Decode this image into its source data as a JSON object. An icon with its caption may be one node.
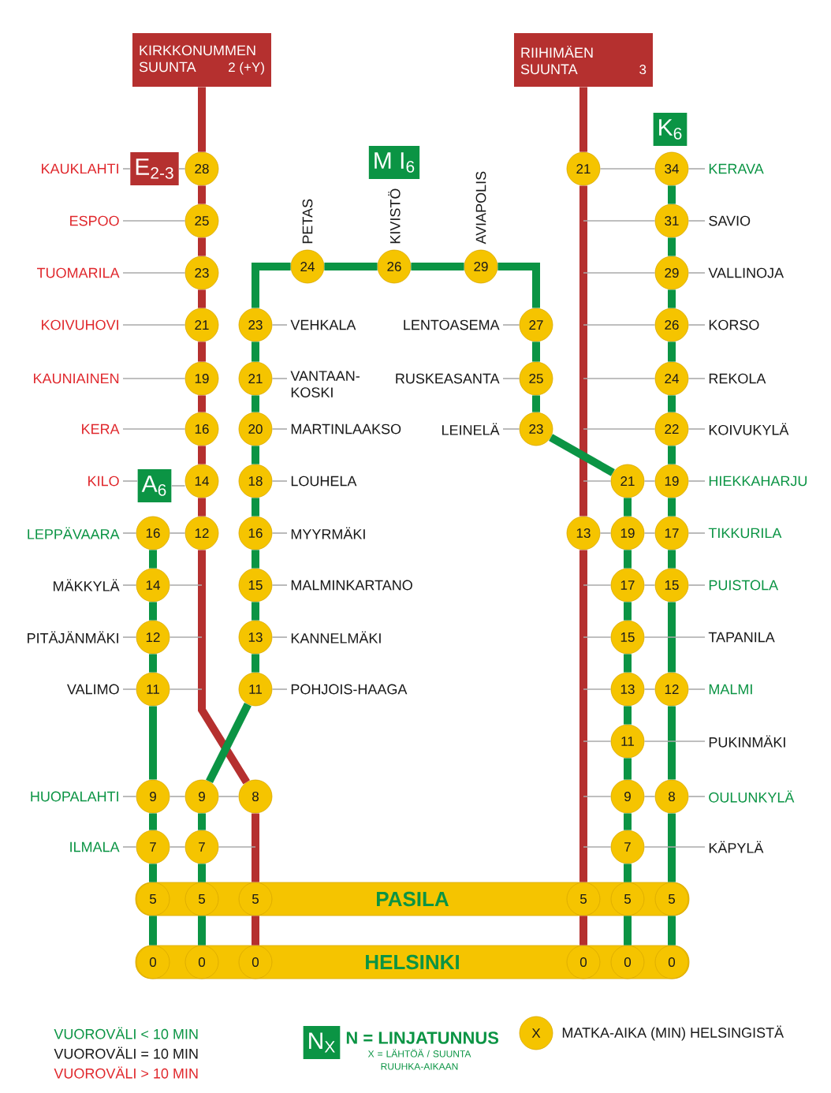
{
  "diagram": {
    "nodes": [
      {
        "text": [
          "KIRKKONUMMEN SUUNTA",
          "2 (+Y)"
        ]
      },
      {
        "text": [
          "RIIHIMÄEN SUUNTA",
          "3"
        ]
      },
      {
        "text": [
          "E$_{2-3}$"
        ]
      },
      {
        "text": [
          "M I$_{6}$"
        ]
      },
      {
        "text": [
          "K$_{6}$"
        ]
      },
      {
        "text": [
          "A$_{6}$"
        ]
      },
      {
        "text": [
          "KAUKLAHTI"
        ]
      },
      {
        "text": [
          "28"
        ]
      },
      {
        "text": [
          "21"
        ]
      },
      {
        "text": [
          "34"
        ]
      },
      {
        "text": [
          "KERAVA"
        ]
      },
      {
        "text": [
          "ESPOO"
        ]
      },
      {
        "text": [
          "25"
        ]
      },
      {
        "text": [
          "31"
        ]
      },
      {
        "text": [
          "SAVIO"
        ]
      },
      {
        "text": [
          "24"
        ],
        "beside": [
          "PETAS"
        ]
      },
      {
        "text": [
          "26"
        ],
        "beside": [
          "KIVISTÖ"
        ]
      },
      {
        "text": [
          "29"
        ],
        "beside": [
          "AVIAPOLIS"
        ]
      },
      {
        "text": [
          "TUOMARILA"
        ]
      },
      {
        "text": [
          "23"
        ]
      },
      {
        "text": [
          "29"
        ]
      },
      {
        "text": [
          "VALLINOJA"
        ]
      },
      {
        "text": [
          "KOIVUHOVI"
        ]
      },
      {
        "text": [
          "21"
        ]
      },
      {
        "text": [
          "23"
        ]
      },
      {
        "text": [
          "VEHKALA"
        ]
      },
      {
        "text": [
          "LENTOASEMA"
        ]
      },
      {
        "text": [
          "27"
        ]
      },
      {
        "text": [
          "26"
        ]
      },
      {
        "text": [
          "KORSO"
        ]
      },
      {
        "text": [
          "KAUNIAINEN"
        ]
      },
      {
        "text": [
          "19"
        ]
      },
      {
        "text": [
          "21"
        ]
      },
      {
        "text": [
          "VANTAAN- KOSKI"
        ]
      },
      {
        "text": [
          "RUSKEASANTA"
        ]
      },
      {
        "text": [
          "25"
        ]
      },
      {
        "text": [
          "24"
        ]
      },
      {
        "text": [
          "REKOLA"
        ]
      },
      {
        "text": [
          "KERA"
        ]
      },
      {
        "text": [
          "16"
        ]
      },
      {
        "text": [
          "20"
        ]
      },
      {
        "text": [
          "MARTINLAAKSO"
        ]
      },
      {
        "text": [
          "LEINELÄ"
        ]
      },
      {
        "text": [
          "23"
        ]
      },
      {
        "text": [
          "22"
        ]
      },
      {
        "text": [
          "KOIVUKYLÄ"
        ]
      },
      {
        "text": [
          "KILO"
        ]
      },
      {
        "text": [
          "14"
        ]
      },
      {
        "text": [
          "18"
        ]
      },
      {
        "text": [
          "LOUHELA"
        ]
      },
      {
        "text": [
          "21"
        ]
      },
      {
        "text": [
          "19"
        ]
      },
      {
        "text": [
          "HIEKKAHARJU"
        ]
      },
      {
        "text": [
          "LEPPÄVAARA"
        ]
      },
      {
        "text": [
          "16"
        ]
      },
      {
        "text": [
          "12"
        ]
      },
      {
        "text": [
          "16"
        ]
      },
      {
        "text": [
          "MYYRMÄKI"
        ]
      },
      {
        "text": [
          "13"
        ]
      },
      {
        "text": [
          "19"
        ]
      },
      {
        "text": [
          "17"
        ]
      },
      {
        "text": [
          "TIKKURILA"
        ]
      },
      {
        "text": [
          "MÄKKYLÄ"
        ]
      },
      {
        "text": [
          "14"
        ]
      },
      {
        "text": [
          "15"
        ]
      },
      {
        "text": [
          "MALMINKARTANO"
        ]
      },
      {
        "text": [
          "17"
        ]
      },
      {
        "text": [
          "15"
        ]
      },
      {
        "text": [
          "PUISTOLA"
        ]
      },
      {
        "text": [
          "PITÄJÄNMÄKI"
        ]
      },
      {
        "text": [
          "12"
        ]
      },
      {
        "text": [
          "13"
        ]
      },
      {
        "text": [
          "KANNELMÄKI"
        ]
      },
      {
        "text": [
          "15"
        ]
      },
      {
        "text": [
          "TAPANILA"
        ]
      },
      {
        "text": [
          "VALIMO"
        ]
      },
      {
        "text": [
          "11"
        ]
      },
      {
        "text": [
          "11"
        ]
      },
      {
        "text": [
          "POHJOIS-HAAGA"
        ]
      },
      {
        "text": [
          "13"
        ]
      },
      {
        "text": [
          "12"
        ]
      },
      {
        "text": [
          "MALMI"
        ]
      },
      {
        "text": [
          "11"
        ]
      },
      {
        "text": [
          "PUKINMÄKI"
        ]
      },
      {
        "text": [
          "HUOPALAHTI"
        ]
      },
      {
        "text": [
          "9"
        ]
      },
      {
        "text": [
          "9"
        ]
      },
      {
        "text": [
          "8"
        ]
      },
      {
        "text": [
          "9"
        ]
      },
      {
        "text": [
          "8"
        ]
      },
      {
        "text": [
          "OULUNKYLÄ"
        ]
      },
      {
        "text": [
          "ILMALA"
        ]
      },
      {
        "text": [
          "7"
        ]
      },
      {
        "text": [
          "7"
        ]
      },
      {
        "text": [
          "7"
        ]
      },
      {
        "text": [
          "KÄPYLÄ"
        ]
      },
      {
        "text": [
          "PASILA"
        ]
      },
      {
        "text": [
          "5"
        ],
        "in": 96
      },
      {
        "text": [
          "5"
        ],
        "in": 96
      },
      {
        "text": [
          "5"
        ],
        "in": 96
      },
      {
        "text": [
          "5"
        ],
        "in": 96
      },
      {
        "text": [
          "5"
        ],
        "in": 96
      },
      {
        "text": [
          "5"
        ],
        "in": 96
      },
      {
        "text": [
          "HELSINKI"
        ]
      },
      {
        "text": [
          "0"
        ],
        "in": 103
      },
      {
        "text": [
          "0"
        ],
        "in": 103
      },
      {
        "text": [
          "0"
        ],
        "in": 103
      },
      {
        "text": [
          "0"
        ],
        "in": 103
      },
      {
        "text": [
          "0"
        ],
        "in": 103
      },
      {
        "text": [
          "0"
        ],
        "in": 103
      },
      {
        "text": [
          "N$_{X}$"
        ],
        "beside": [
          "N = LINJATUNNUS",
          "X = LÄHTÖÄ / SUUNTA RUUHKA-AIKAAN"
        ]
      },
      {
        "text": [
          "X"
        ],
        "beside": [
          "MATKA-AIKA (MIN) HELSINGISTÄ"
        ]
      }
    ],
    "edges": [
      {
        "from": 0,
        "to": 7,
        "arrow": "none",
        "style": "thick",
        "color": "#b5302f"
      },
      {
        "from": 7,
        "to": 12,
        "arrow": "none",
        "style": "thick",
        "color": "#b5302f"
      },
      {
        "from": 12,
        "to": 19,
        "arrow": "none",
        "style": "thick",
        "color": "#b5302f"
      },
      {
        "from": 19,
        "to": 23,
        "arrow": "none",
        "style": "thick",
        "color": "#b5302f"
      },
      {
        "from": 23,
        "to": 31,
        "arrow": "none",
        "style": "thick",
        "color": "#b5302f"
      },
      {
        "from": 31,
        "to": 39,
        "arrow": "none",
        "style": "thick",
        "color": "#b5302f"
      },
      {
        "from": 39,
        "to": 47,
        "arrow": "none",
        "style": "thick",
        "color": "#b5302f"
      },
      {
        "from": 47,
        "to": 55,
        "arrow": "none",
        "style": "thick",
        "color": "#b5302f"
      },
      {
        "from": 55,
        "to": 87,
        "arrow": "none",
        "style": "thick",
        "color": "#b5302f"
      },
      {
        "from": 87,
        "to": 99,
        "arrow": "none",
        "style": "thick",
        "color": "#b5302f"
      },
      {
        "from": 99,
        "to": 106,
        "arrow": "none",
        "style": "thick",
        "color": "#b5302f"
      },
      {
        "from": 1,
        "to": 8,
        "arrow": "none",
        "style": "thick",
        "color": "#b5302f"
      },
      {
        "from": 8,
        "to": 58,
        "arrow": "none",
        "style": "thick",
        "color": "#b5302f"
      },
      {
        "from": 58,
        "to": 100,
        "arrow": "none",
        "style": "thick",
        "color": "#b5302f"
      },
      {
        "from": 100,
        "to": 107,
        "arrow": "none",
        "style": "thick",
        "color": "#b5302f"
      },
      {
        "from": 54,
        "to": 63,
        "arrow": "none",
        "style": "thick",
        "color": "#0b9444"
      },
      {
        "from": 63,
        "to": 70,
        "arrow": "none",
        "style": "thick",
        "color": "#0b9444"
      },
      {
        "from": 70,
        "to": 76,
        "arrow": "none",
        "style": "thick",
        "color": "#0b9444"
      },
      {
        "from": 76,
        "to": 85,
        "arrow": "none",
        "style": "thick",
        "color": "#0b9444"
      },
      {
        "from": 85,
        "to": 92,
        "arrow": "none",
        "style": "thick",
        "color": "#0b9444"
      },
      {
        "from": 92,
        "to": 97,
        "arrow": "none",
        "style": "thick",
        "color": "#0b9444"
      },
      {
        "from": 97,
        "to": 104,
        "arrow": "none",
        "style": "thick",
        "color": "#0b9444"
      },
      {
        "from": 86,
        "to": 77,
        "arrow": "none",
        "style": "thick",
        "color": "#0b9444"
      },
      {
        "from": 77,
        "to": 71,
        "arrow": "none",
        "style": "thick",
        "color": "#0b9444"
      },
      {
        "from": 71,
        "to": 64,
        "arrow": "none",
        "style": "thick",
        "color": "#0b9444"
      },
      {
        "from": 64,
        "to": 56,
        "arrow": "none",
        "style": "thick",
        "color": "#0b9444"
      },
      {
        "from": 56,
        "to": 48,
        "arrow": "none",
        "style": "thick",
        "color": "#0b9444"
      },
      {
        "from": 48,
        "to": 40,
        "arrow": "none",
        "style": "thick",
        "color": "#0b9444"
      },
      {
        "from": 40,
        "to": 32,
        "arrow": "none",
        "style": "thick",
        "color": "#0b9444"
      },
      {
        "from": 32,
        "to": 24,
        "arrow": "none",
        "style": "thick",
        "color": "#0b9444"
      },
      {
        "from": 24,
        "to": 15,
        "arrow": "none",
        "style": "thick",
        "color": "#0b9444"
      },
      {
        "from": 15,
        "to": 16,
        "arrow": "none",
        "style": "thick",
        "color": "#0b9444"
      },
      {
        "from": 16,
        "to": 17,
        "arrow": "none",
        "style": "thick",
        "color": "#0b9444"
      },
      {
        "from": 17,
        "to": 27,
        "arrow": "none",
        "style": "thick",
        "color": "#0b9444"
      },
      {
        "from": 27,
        "to": 35,
        "arrow": "none",
        "style": "thick",
        "color": "#0b9444"
      },
      {
        "from": 35,
        "to": 43,
        "arrow": "none",
        "style": "thick",
        "color": "#0b9444"
      },
      {
        "from": 43,
        "to": 50,
        "arrow": "none",
        "style": "thick",
        "color": "#0b9444"
      },
      {
        "from": 50,
        "to": 59,
        "arrow": "none",
        "style": "thick",
        "color": "#0b9444"
      },
      {
        "from": 59,
        "to": 66,
        "arrow": "none",
        "style": "thick",
        "color": "#0b9444"
      },
      {
        "from": 66,
        "to": 73,
        "arrow": "none",
        "style": "thick",
        "color": "#0b9444"
      },
      {
        "from": 73,
        "to": 79,
        "arrow": "none",
        "style": "thick",
        "color": "#0b9444"
      },
      {
        "from": 79,
        "to": 82,
        "arrow": "none",
        "style": "thick",
        "color": "#0b9444"
      },
      {
        "from": 82,
        "to": 88,
        "arrow": "none",
        "style": "thick",
        "color": "#0b9444"
      },
      {
        "from": 88,
        "to": 94,
        "arrow": "none",
        "style": "thick",
        "color": "#0b9444"
      },
      {
        "from": 94,
        "to": 101,
        "arrow": "none",
        "style": "thick",
        "color": "#0b9444"
      },
      {
        "from": 101,
        "to": 108,
        "arrow": "none",
        "style": "thick",
        "color": "#0b9444"
      },
      {
        "from": 86,
        "to": 93,
        "arrow": "none",
        "style": "thick",
        "color": "#0b9444"
      },
      {
        "from": 93,
        "to": 98,
        "arrow": "none",
        "style": "thick",
        "color": "#0b9444"
      },
      {
        "from": 98,
        "to": 105,
        "arrow": "none",
        "style": "thick",
        "color": "#0b9444"
      },
      {
        "from": 9,
        "to": 13,
        "arrow": "none",
        "style": "thick",
        "color": "#0b9444"
      },
      {
        "from": 13,
        "to": 20,
        "arrow": "none",
        "style": "thick",
        "color": "#0b9444"
      },
      {
        "from": 20,
        "to": 28,
        "arrow": "none",
        "style": "thick",
        "color": "#0b9444"
      },
      {
        "from": 28,
        "to": 36,
        "arrow": "none",
        "style": "thick",
        "color": "#0b9444"
      },
      {
        "from": 36,
        "to": 44,
        "arrow": "none",
        "style": "thick",
        "color": "#0b9444"
      },
      {
        "from": 44,
        "to": 51,
        "arrow": "none",
        "style": "thick",
        "color": "#0b9444"
      },
      {
        "from": 51,
        "to": 60,
        "arrow": "none",
        "style": "thick",
        "color": "#0b9444"
      },
      {
        "from": 60,
        "to": 67,
        "arrow": "none",
        "style": "thick",
        "color": "#0b9444"
      },
      {
        "from": 67,
        "to": 80,
        "arrow": "none",
        "style": "thick",
        "color": "#0b9444"
      },
      {
        "from": 80,
        "to": 89,
        "arrow": "none",
        "style": "thick",
        "color": "#0b9444"
      },
      {
        "from": 89,
        "to": 102,
        "arrow": "none",
        "style": "thick",
        "color": "#0b9444"
      },
      {
        "from": 102,
        "to": 109,
        "arrow": "none",
        "style": "thick",
        "color": "#0b9444"
      },
      {
        "from": 6,
        "to": 2,
        "arrow": "none"
      },
      {
        "from": 2,
        "to": 7,
        "arrow": "none"
      },
      {
        "from": 8,
        "to": 9,
        "arrow": "none"
      },
      {
        "from": 9,
        "to": 10,
        "arrow": "none"
      },
      {
        "from": 11,
        "to": 12,
        "arrow": "none"
      },
      {
        "from": null,
        "to": 13,
        "arrow": "none"
      },
      {
        "from": 13,
        "to": 14,
        "arrow": "none"
      },
      {
        "from": 18,
        "to": 19,
        "arrow": "none"
      },
      {
        "from": null,
        "to": 20,
        "arrow": "none"
      },
      {
        "from": 20,
        "to": 21,
        "arrow": "none"
      },
      {
        "from": 22,
        "to": 23,
        "arrow": "none"
      },
      {
        "from": 24,
        "to": 25,
        "arrow": "none"
      },
      {
        "from": 26,
        "to": 27,
        "arrow": "none"
      },
      {
        "from": null,
        "to": 28,
        "arrow": "none"
      },
      {
        "from": 28,
        "to": 29,
        "arrow": "none"
      },
      {
        "from": 30,
        "to": 31,
        "arrow": "none"
      },
      {
        "from": 32,
        "to": 33,
        "arrow": "none"
      },
      {
        "from": 34,
        "to": 35,
        "arrow": "none"
      },
      {
        "from": null,
        "to": 36,
        "arrow": "none"
      },
      {
        "from": 36,
        "to": 37,
        "arrow": "none"
      },
      {
        "from": 38,
        "to": 39,
        "arrow": "none"
      },
      {
        "from": 40,
        "to": 41,
        "arrow": "none"
      },
      {
        "from": 42,
        "to": 43,
        "arrow": "none"
      },
      {
        "from": null,
        "to": 44,
        "arrow": "none"
      },
      {
        "from": 44,
        "to": 45,
        "arrow": "none"
      },
      {
        "from": 46,
        "to": 5,
        "arrow": "none"
      },
      {
        "from": 5,
        "to": 47,
        "arrow": "none"
      },
      {
        "from": 48,
        "to": 49,
        "arrow": "none"
      },
      {
        "from": null,
        "to": 50,
        "arrow": "none"
      },
      {
        "from": 50,
        "to": 51,
        "arrow": "none"
      },
      {
        "from": 51,
        "to": 52,
        "arrow": "none"
      },
      {
        "from": 53,
        "to": 54,
        "arrow": "none"
      },
      {
        "from": 54,
        "to": 55,
        "arrow": "none"
      },
      {
        "from": 56,
        "to": 57,
        "arrow": "none"
      },
      {
        "from": 58,
        "to": 59,
        "arrow": "none"
      },
      {
        "from": 59,
        "to": 60,
        "arrow": "none"
      },
      {
        "from": 60,
        "to": 61,
        "arrow": "none"
      },
      {
        "from": 62,
        "to": 63,
        "arrow": "none"
      },
      {
        "from": 63,
        "to": null,
        "arrow": "none"
      },
      {
        "from": 64,
        "to": 65,
        "arrow": "none"
      },
      {
        "from": null,
        "to": 66,
        "arrow": "none"
      },
      {
        "from": 66,
        "to": 67,
        "arrow": "none"
      },
      {
        "from": 67,
        "to": 68,
        "arrow": "none"
      },
      {
        "from": 69,
        "to": 70,
        "arrow": "none"
      },
      {
        "from": 70,
        "to": null,
        "arrow": "none"
      },
      {
        "from": 71,
        "to": 72,
        "arrow": "none"
      },
      {
        "from": null,
        "to": 73,
        "arrow": "none"
      },
      {
        "from": 73,
        "to": 74,
        "arrow": "none"
      },
      {
        "from": 75,
        "to": 76,
        "arrow": "none"
      },
      {
        "from": 76,
        "to": null,
        "arrow": "none"
      },
      {
        "from": 77,
        "to": 78,
        "arrow": "none"
      },
      {
        "from": null,
        "to": 79,
        "arrow": "none"
      },
      {
        "from": 79,
        "to": 80,
        "arrow": "none"
      },
      {
        "from": 80,
        "to": 81,
        "arrow": "none"
      },
      {
        "from": null,
        "to": 82,
        "arrow": "none"
      },
      {
        "from": 82,
        "to": 83,
        "arrow": "none"
      },
      {
        "from": 84,
        "to": 85,
        "arrow": "none"
      },
      {
        "from": 85,
        "to": 86,
        "arrow": "none"
      },
      {
        "from": 86,
        "to": 87,
        "arrow": "none"
      },
      {
        "from": null,
        "to": 88,
        "arrow": "none"
      },
      {
        "from": 88,
        "to": 89,
        "arrow": "none"
      },
      {
        "from": 89,
        "to": 90,
        "arrow": "none"
      },
      {
        "from": 91,
        "to": 92,
        "arrow": "none"
      },
      {
        "from": 92,
        "to": 93,
        "arrow": "none"
      },
      {
        "from": 93,
        "to": null,
        "arrow": "none"
      },
      {
        "from": null,
        "to": 94,
        "arrow": "none"
      },
      {
        "from": 94,
        "to": 95,
        "arrow": "none"
      }
    ],
    "legend": [
      {
        "text": "VUOROVÄLI < 10 MIN",
        "color": "#0b9444"
      },
      {
        "text": "VUOROVÄLI = 10 MIN",
        "color": "#1a1a1a"
      },
      {
        "text": "VUOROVÄLI > 10 MIN",
        "color": "#e0282d"
      }
    ]
  }
}
